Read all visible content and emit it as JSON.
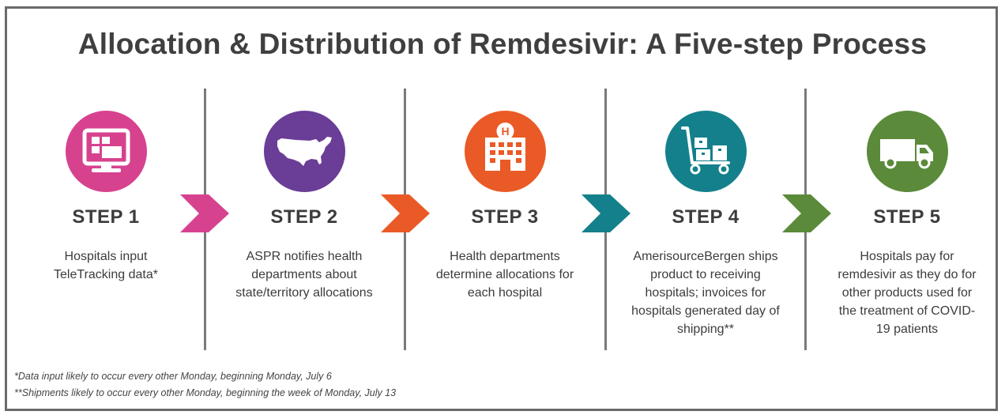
{
  "title": "Allocation & Distribution of Remdesivir: A Five-step Process",
  "steps": [
    {
      "label": "STEP 1",
      "icon": "computer-monitor-icon",
      "color": "#d7428f",
      "description": "Hospitals input TeleTracking data*"
    },
    {
      "label": "STEP 2",
      "icon": "us-map-icon",
      "color": "#6a3d97",
      "description": "ASPR notifies health departments about state/territory allocations"
    },
    {
      "label": "STEP 3",
      "icon": "hospital-building-icon",
      "color": "#ea5a26",
      "description": "Health departments determine allocations for each hospital"
    },
    {
      "label": "STEP 4",
      "icon": "hand-truck-boxes-icon",
      "color": "#14808b",
      "description": "AmerisourceBergen ships product to receiving hospitals; invoices for hospitals generated day of shipping**"
    },
    {
      "label": "STEP 5",
      "icon": "delivery-truck-icon",
      "color": "#5b8a3a",
      "description": "Hospitals pay for remdesivir as they do for other products used for the treatment of COVID-19 patients"
    }
  ],
  "arrows": [
    {
      "icon": "chevron-arrow-icon",
      "color": "#d7428f"
    },
    {
      "icon": "chevron-arrow-icon",
      "color": "#ea5a26"
    },
    {
      "icon": "chevron-arrow-icon",
      "color": "#14808b"
    },
    {
      "icon": "chevron-arrow-icon",
      "color": "#5b8a3a"
    }
  ],
  "footnotes": [
    "*Data input likely to occur every other Monday, beginning Monday, July 6",
    "**Shipments likely to occur every other Monday, beginning the week of Monday, July 13"
  ]
}
